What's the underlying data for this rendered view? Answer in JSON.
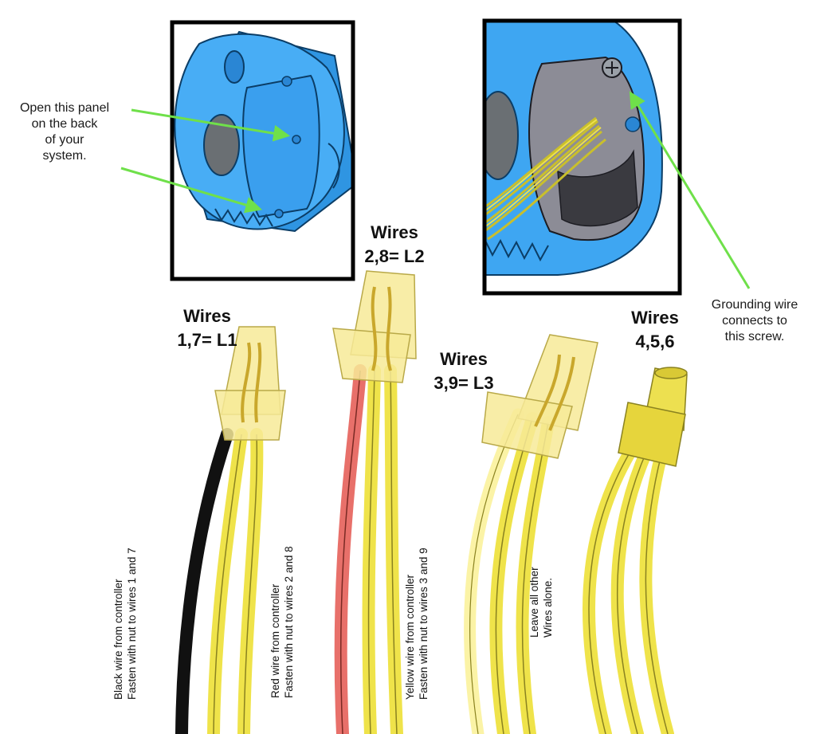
{
  "callouts": {
    "open_panel": [
      "Open this panel",
      "on the back",
      "of your",
      "system."
    ],
    "grounding": [
      "Grounding wire",
      "connects to",
      "this screw."
    ]
  },
  "groups": [
    {
      "title": "Wires",
      "value": "1,7= L1",
      "note": [
        "Black wire from controller",
        "Fasten with nut to wires 1 and 7"
      ],
      "controller_wire_color": "#111111"
    },
    {
      "title": "Wires",
      "value": "2,8= L2",
      "note": [
        "Red wire from controller",
        "Fasten with nut to wires 2 and 8"
      ],
      "controller_wire_color": "#e8706a"
    },
    {
      "title": "Wires",
      "value": "3,9= L3",
      "note": [
        "Yellow wire from controller",
        "Fasten with nut to wires 3 and 9"
      ],
      "controller_wire_color": "#fbf3a6"
    },
    {
      "title": "Wires",
      "value": "4,5,6",
      "note": [
        "Leave all other",
        "Wires alone."
      ],
      "controller_wire_color": null
    }
  ],
  "colors": {
    "motor_blue": "#3ea6f2",
    "motor_dark": "#1c6fb5",
    "wire_yellow": "#efe34a",
    "nut_clear_yellow": "#f7ea98",
    "arrow_green": "#6fe04a",
    "panel_gray": "#8c8c96"
  }
}
